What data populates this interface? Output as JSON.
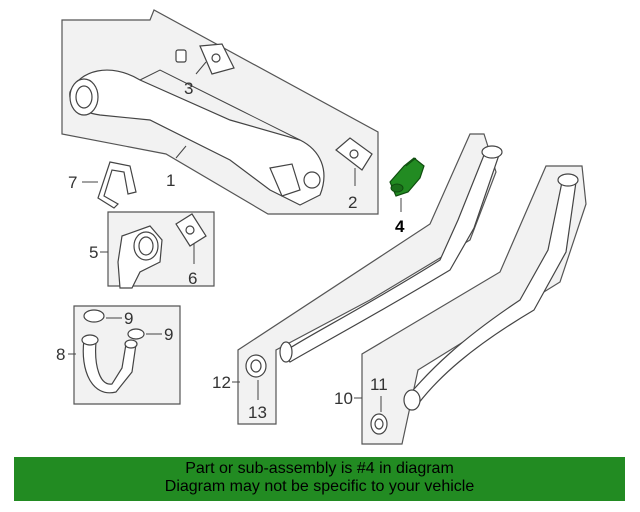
{
  "callouts": {
    "c1": "1",
    "c2": "2",
    "c3": "3",
    "c4": "4",
    "c5": "5",
    "c6": "6",
    "c7": "7",
    "c8": "8",
    "c9a": "9",
    "c9b": "9",
    "c10": "10",
    "c11": "11",
    "c12": "12",
    "c13": "13"
  },
  "highlight_color": "#228b22",
  "banner": {
    "line1": "Part or sub-assembly is #4 in diagram",
    "line2": "Diagram may not be specific to your vehicle"
  }
}
